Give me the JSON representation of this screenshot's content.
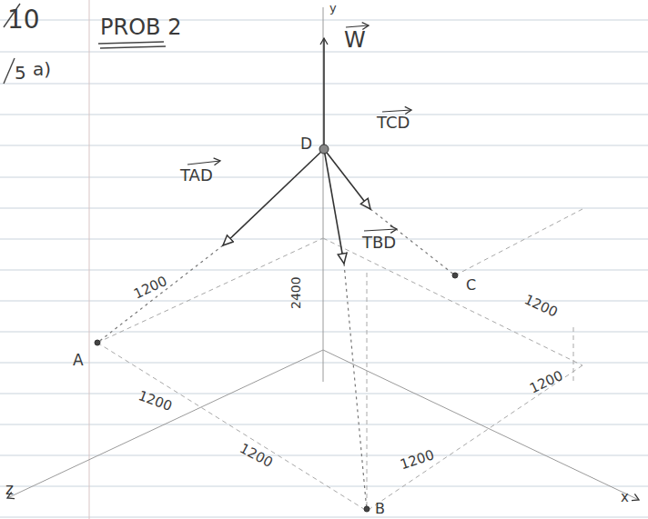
{
  "diagram": {
    "labels": [
      "10",
      "PROB 2",
      "5",
      "a)",
      "y",
      "W",
      "D",
      "TAD",
      "TCD",
      "TBD",
      "2400",
      "1200",
      "A",
      "1200",
      "1200",
      "1200",
      "B",
      "C",
      "1200",
      "1200",
      "z",
      "x"
    ]
  }
}
